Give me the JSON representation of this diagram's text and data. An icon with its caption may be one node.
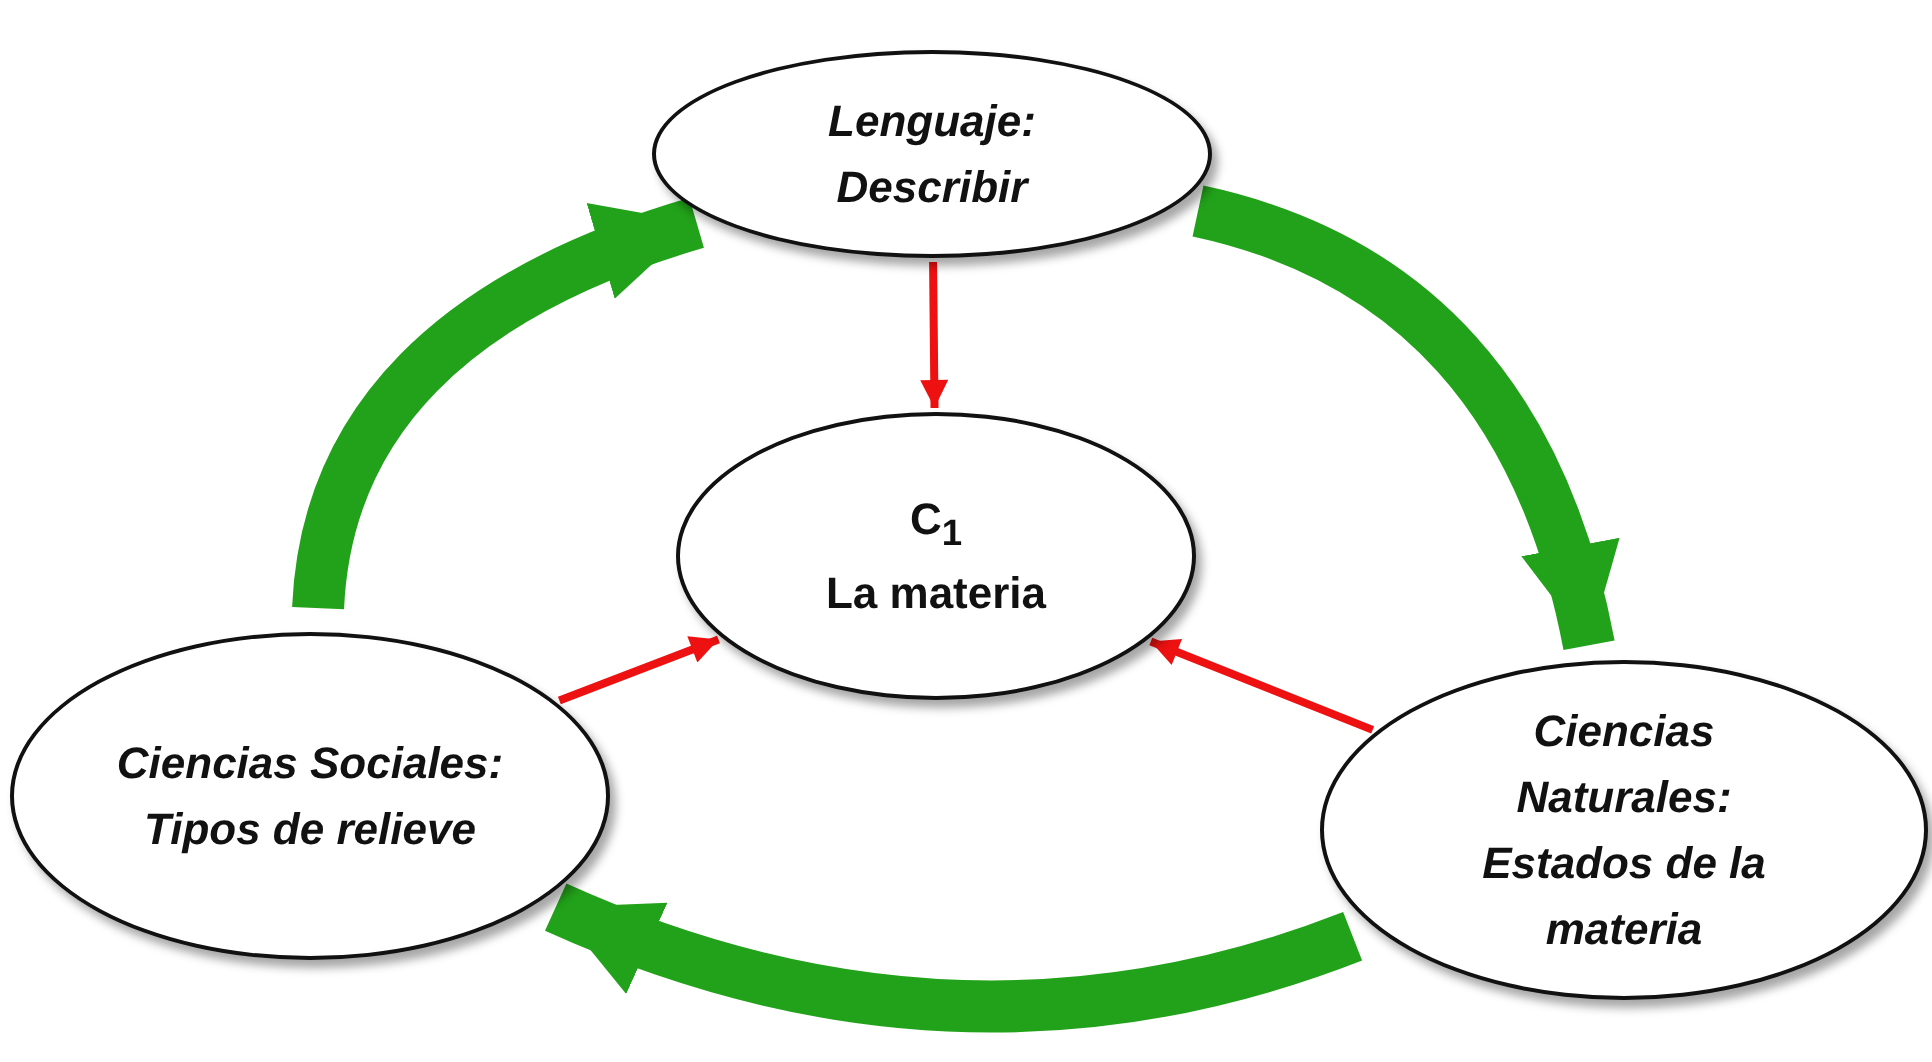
{
  "diagram": {
    "nodes": [
      {
        "text": [
          "Lenguaje:",
          "Describir"
        ]
      },
      {
        "text": [
          "C$_{1}$",
          "La materia"
        ]
      },
      {
        "text": [
          "Ciencias Sociales:",
          "Tipos de relieve"
        ]
      },
      {
        "text": [
          "Ciencias Naturales:",
          "Estados de la materia"
        ]
      }
    ],
    "edges": [
      {
        "from": 0,
        "to": 1,
        "arrow": "to",
        "color": "#ee1111"
      },
      {
        "from": 2,
        "to": 1,
        "arrow": "to",
        "color": "#ee1111"
      },
      {
        "from": 3,
        "to": 1,
        "arrow": "to",
        "color": "#ee1111"
      },
      {
        "from": 0,
        "to": 3,
        "arrow": "to",
        "style": "thick",
        "color": "#22a21a"
      },
      {
        "from": 3,
        "to": 2,
        "arrow": "to",
        "style": "thick",
        "color": "#22a21a"
      },
      {
        "from": 2,
        "to": 0,
        "arrow": "to",
        "style": "thick",
        "color": "#22a21a"
      }
    ]
  }
}
